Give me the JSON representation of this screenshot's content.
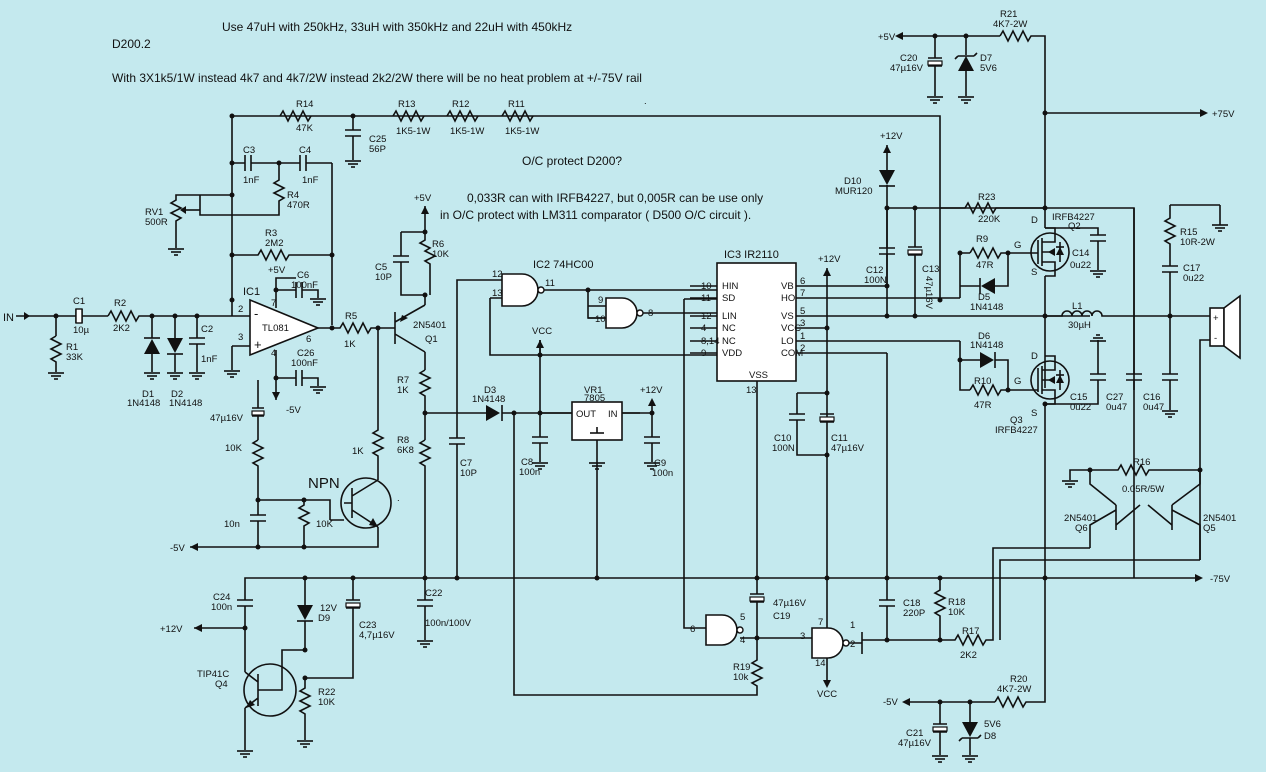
{
  "notes": {
    "line1": "Use 47uH with 250kHz, 33uH with 350kHz and 22uH with 450kHz",
    "model": "D200.2",
    "line2": "With 3X1k5/1W instead 4k7 and 4k7/2W instead 2k2/2W there will be no heat problem at +/-75V rail",
    "oc_title": "O/C protect  D200?",
    "oc_line1": "0,033R can with IRFB4227, but 0,005R can be use only",
    "oc_line2": "in O/C protect with LM311 comparator ( D500 O/C circuit )."
  },
  "rails": {
    "in": "IN",
    "p5v": "+5V",
    "m5v": "-5V",
    "p75v": "+75V",
    "m75v": "-75V",
    "p12v": "+12V",
    "vcc": "VCC"
  },
  "ic": {
    "ic1_ref": "IC1",
    "ic1_name": "TL081",
    "ic2": "IC2 74HC00",
    "ic3": "IC3  IR2110",
    "vr1_ref": "VR1",
    "vr1_name": "7805",
    "vr1_out": "OUT",
    "vr1_in": "IN",
    "ir_pins_left": [
      "HIN",
      "SD",
      "LIN",
      "NC",
      "NC",
      "VDD"
    ],
    "ir_pins_right": [
      "VB",
      "HO",
      "VS",
      "VCC",
      "LO",
      "COM"
    ],
    "ir_vss": "VSS",
    "ir_left_nums": [
      "10",
      "11",
      "12",
      "4",
      "8,14",
      "9"
    ],
    "ir_right_nums": [
      "6",
      "7",
      "5",
      "3",
      "1",
      "2"
    ],
    "ir_vss_num": "13"
  },
  "pins": {
    "op_7": "7",
    "op_2": "2",
    "op_3": "3",
    "op_4": "4",
    "op_6": "6",
    "g1_12": "12",
    "g1_13": "13",
    "g1_11": "11",
    "g2_9": "9",
    "g2_10": "10",
    "g2_8": "8",
    "g3_6": "6",
    "g3_5": "5",
    "g3_4": "4",
    "g4_7": "7",
    "g4_3": "3",
    "g4_14": "14",
    "g4_1": "1",
    "g4_2": "2"
  },
  "labels": {
    "r1": "R1",
    "r1v": "33K",
    "c1": "C1",
    "c1v": "10µ",
    "r2": "R2",
    "r2v": "2K2",
    "d1": "D1",
    "d1v": "1N4148",
    "d2": "D2",
    "d2v": "1N4148",
    "c2": "C2",
    "c2v": "1nF",
    "r14": "R14",
    "r14v": "47K",
    "r13": "R13",
    "r13v": "1K5-1W",
    "r12": "R12",
    "r12v": "1K5-1W",
    "r11": "R11",
    "r11v": "1K5-1W",
    "c25": "C25",
    "c25v": "56P",
    "c3": "C3",
    "c3v": "1nF",
    "c4": "C4",
    "c4v": "1nF",
    "r4": "R4",
    "r4v": "470R",
    "rv1": "RV1",
    "rv1v": "500R",
    "r3": "R3",
    "r3v": "2M2",
    "c6": "C6",
    "c6v": "100nF",
    "c26": "C26",
    "c26v": "100nF",
    "r5": "R5",
    "r5v": "1K",
    "c5": "C5",
    "c5v": "10P",
    "r6": "R6",
    "r6v": "10K",
    "q1": "Q1",
    "q1v": "2N5401",
    "r7": "R7",
    "r7v": "1K",
    "r8": "R8",
    "r8v": "6K8",
    "c7": "C7",
    "c7v": "10P",
    "d3": "D3",
    "d3v": "1N4148",
    "c8": "C8",
    "c8v": "100n",
    "c9": "C9",
    "c9v": "100n",
    "cap47": "47µ16V",
    "r10k": "10K",
    "c10n": "10n",
    "r1k": "1K",
    "npn": "NPN",
    "c24": "C24",
    "c24v": "100n",
    "d9": "D9",
    "d9v": "12V",
    "c23": "C23",
    "c23v": "4,7µ16V",
    "c22": "C22",
    "c22v": "100n/100V",
    "q4": "Q4",
    "q4v": "TIP41C",
    "r22": "R22",
    "r22v": "10K",
    "d10": "D10",
    "d10v": "MUR120",
    "c12": "C12",
    "c12v": "100N",
    "c13": "C13",
    "c13v": "47µ16V",
    "c10": "C10",
    "c10v": "100N",
    "c11": "C11",
    "c11v": "47µ16V",
    "c19": "C19",
    "c19v": "47µ16V",
    "r19": "R19",
    "r19v": "10k",
    "c18": "C18",
    "c18v": "220P",
    "r18": "R18",
    "r18v": "10K",
    "r17": "R17",
    "r17v": "2K2",
    "c20": "C20",
    "c20v": "47µ16V",
    "d7": "D7",
    "d7v": "5V6",
    "r21": "R21",
    "r21v": "4K7-2W",
    "r23": "R23",
    "r23v": "220K",
    "r9": "R9",
    "r9v": "47R",
    "d5": "D5",
    "d5v": "1N4148",
    "d6": "D6",
    "d6v": "1N4148",
    "r10": "R10",
    "r10v": "47R",
    "q2": "Q2",
    "q2v": "IRFB4227",
    "q3": "Q3",
    "q3v": "IRFB4227",
    "c14": "C14",
    "c14v": "0u22",
    "c15": "C15",
    "c15v": "0u22",
    "c27": "C27",
    "c27v": "0u47",
    "c16": "C16",
    "c16v": "0u47",
    "l1": "L1",
    "l1v": "30µH",
    "r15": "R15",
    "r15v": "10R-2W",
    "c17": "C17",
    "c17v": "0u22",
    "r16": "R16",
    "r16v": "0.05R/5W",
    "q6": "Q6",
    "q6v": "2N5401",
    "q5": "Q5",
    "q5v": "2N5401",
    "r20": "R20",
    "r20v": "4K7-2W",
    "c21": "C21",
    "c21v": "47µ16V",
    "d8": "D8",
    "d8v": "5V6",
    "mos_d": "D",
    "mos_g": "G",
    "mos_s": "S",
    "pm_plus": "+",
    "pm_minus": "-",
    "dot": "."
  }
}
